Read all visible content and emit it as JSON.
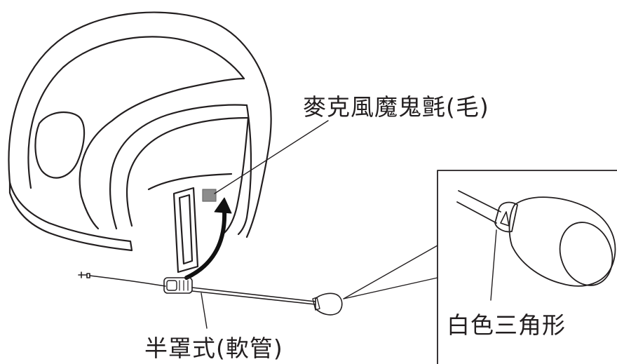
{
  "labels": {
    "velcro": "麥克風魔鬼氈(毛)",
    "white_triangle": "白色三角形",
    "boom_type": "半罩式(軟管)"
  },
  "colors": {
    "line": "#231f20",
    "velcro_patch": "#8c8c8c",
    "arrow": "#111111",
    "background": "#ffffff"
  }
}
